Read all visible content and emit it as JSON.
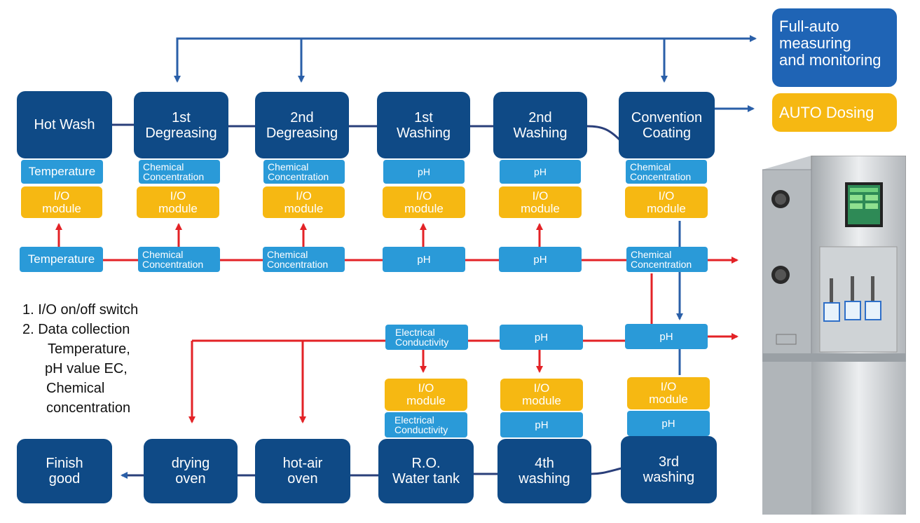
{
  "stages": {
    "hot_wash": "Hot Wash",
    "degreasing_1": "1st\nDegreasing",
    "degreasing_2": "2nd\nDegreasing",
    "washing_1": "1st\nWashing",
    "washing_2": "2nd\nWashing",
    "convention_coating": "Convention\nCoating",
    "washing_3": "3rd\nwashing",
    "washing_4": "4th\nwashing",
    "ro_water_tank": "R.O.\nWater tank",
    "hot_air_oven": "hot-air\noven",
    "drying_oven": "drying\noven",
    "finish_good": "Finish\ngood"
  },
  "sensors": {
    "temperature": "Temperature",
    "chemical_concentration": "Chemical\nConcentration",
    "ph": "pH",
    "electrical_conductivity": "Electrical\nConductivity"
  },
  "io_module": "I/O\nmodule",
  "tags": {
    "full_auto": "Full-auto\nmeasuring\nand monitoring",
    "auto_dosing": "AUTO Dosing"
  },
  "notes": {
    "line1": "1.  I/O on/off switch",
    "line2": "2.  Data collection",
    "line3": "Temperature,",
    "line4": "pH value EC,",
    "line5": "Chemical",
    "line6": "concentration"
  },
  "colors": {
    "stage": "#0f4a86",
    "sensor": "#2a9ad8",
    "io_module": "#f6b812",
    "signal_arrow": "#e32226",
    "control_arrow": "#2a5fa8",
    "full_auto_bg": "#1f64b5",
    "auto_dosing_bg": "#f6b812"
  }
}
